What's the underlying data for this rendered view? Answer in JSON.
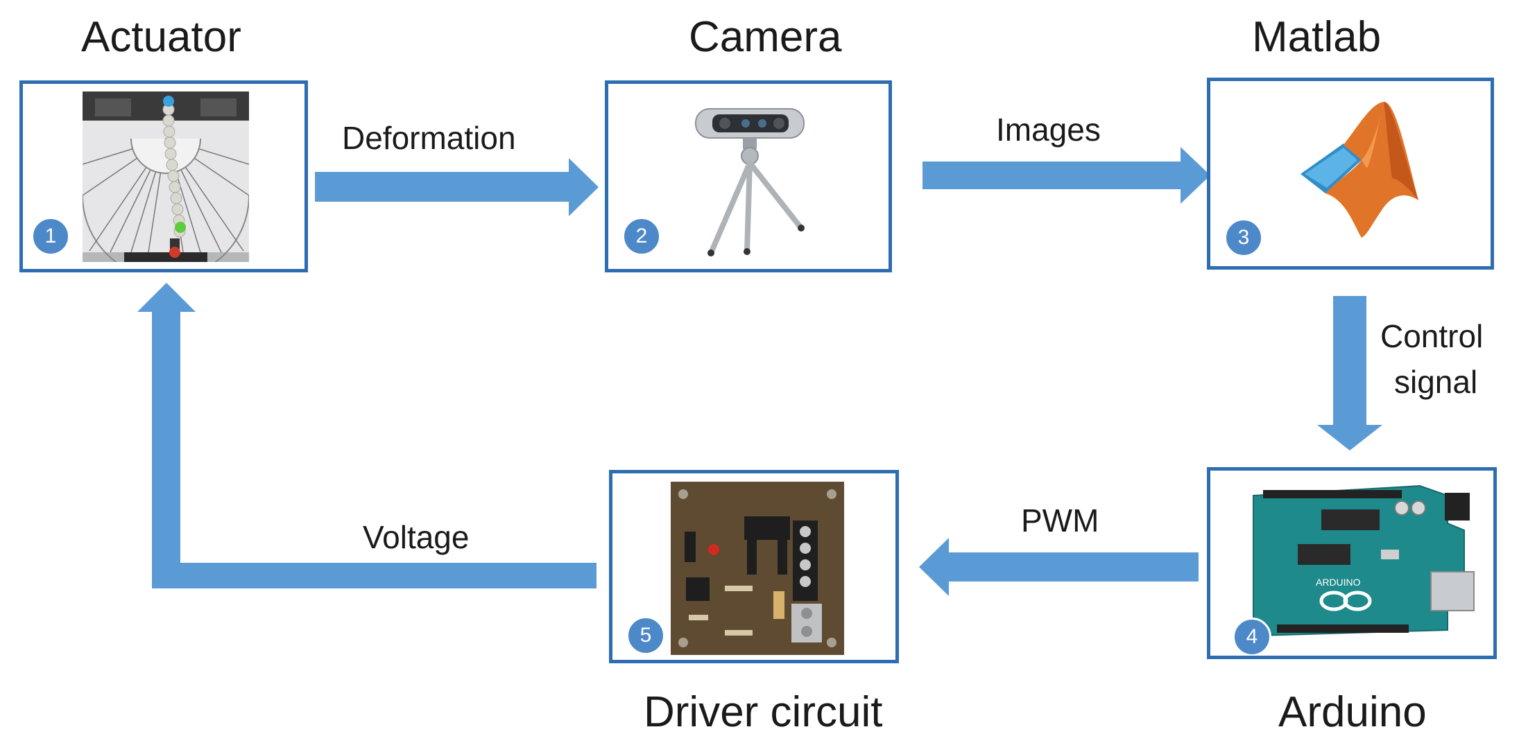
{
  "nodes": [
    {
      "id": "actuator",
      "title": "Actuator",
      "number": "1",
      "image_icon": "actuator-protractor-photo"
    },
    {
      "id": "camera",
      "title": "Camera",
      "number": "2",
      "image_icon": "depth-camera-tripod-photo"
    },
    {
      "id": "matlab",
      "title": "Matlab",
      "number": "3",
      "image_icon": "matlab-logo"
    },
    {
      "id": "arduino",
      "title": "Arduino",
      "number": "4",
      "image_icon": "arduino-uno-board-photo"
    },
    {
      "id": "driver",
      "title": "Driver circuit",
      "number": "5",
      "image_icon": "driver-circuit-pcb-photo"
    }
  ],
  "edges": [
    {
      "from": "actuator",
      "to": "camera",
      "label_lines": [
        "Deformation"
      ]
    },
    {
      "from": "camera",
      "to": "matlab",
      "label_lines": [
        "Images"
      ]
    },
    {
      "from": "matlab",
      "to": "arduino",
      "label_lines": [
        "Control",
        "signal"
      ]
    },
    {
      "from": "arduino",
      "to": "driver",
      "label_lines": [
        "PWM"
      ]
    },
    {
      "from": "driver",
      "to": "actuator",
      "label_lines": [
        "Voltage"
      ]
    }
  ],
  "colors": {
    "arrow": "#5b9bd5",
    "box_border": "#2e6db1",
    "badge": "#4d88c9",
    "text": "#1a1a1a"
  }
}
